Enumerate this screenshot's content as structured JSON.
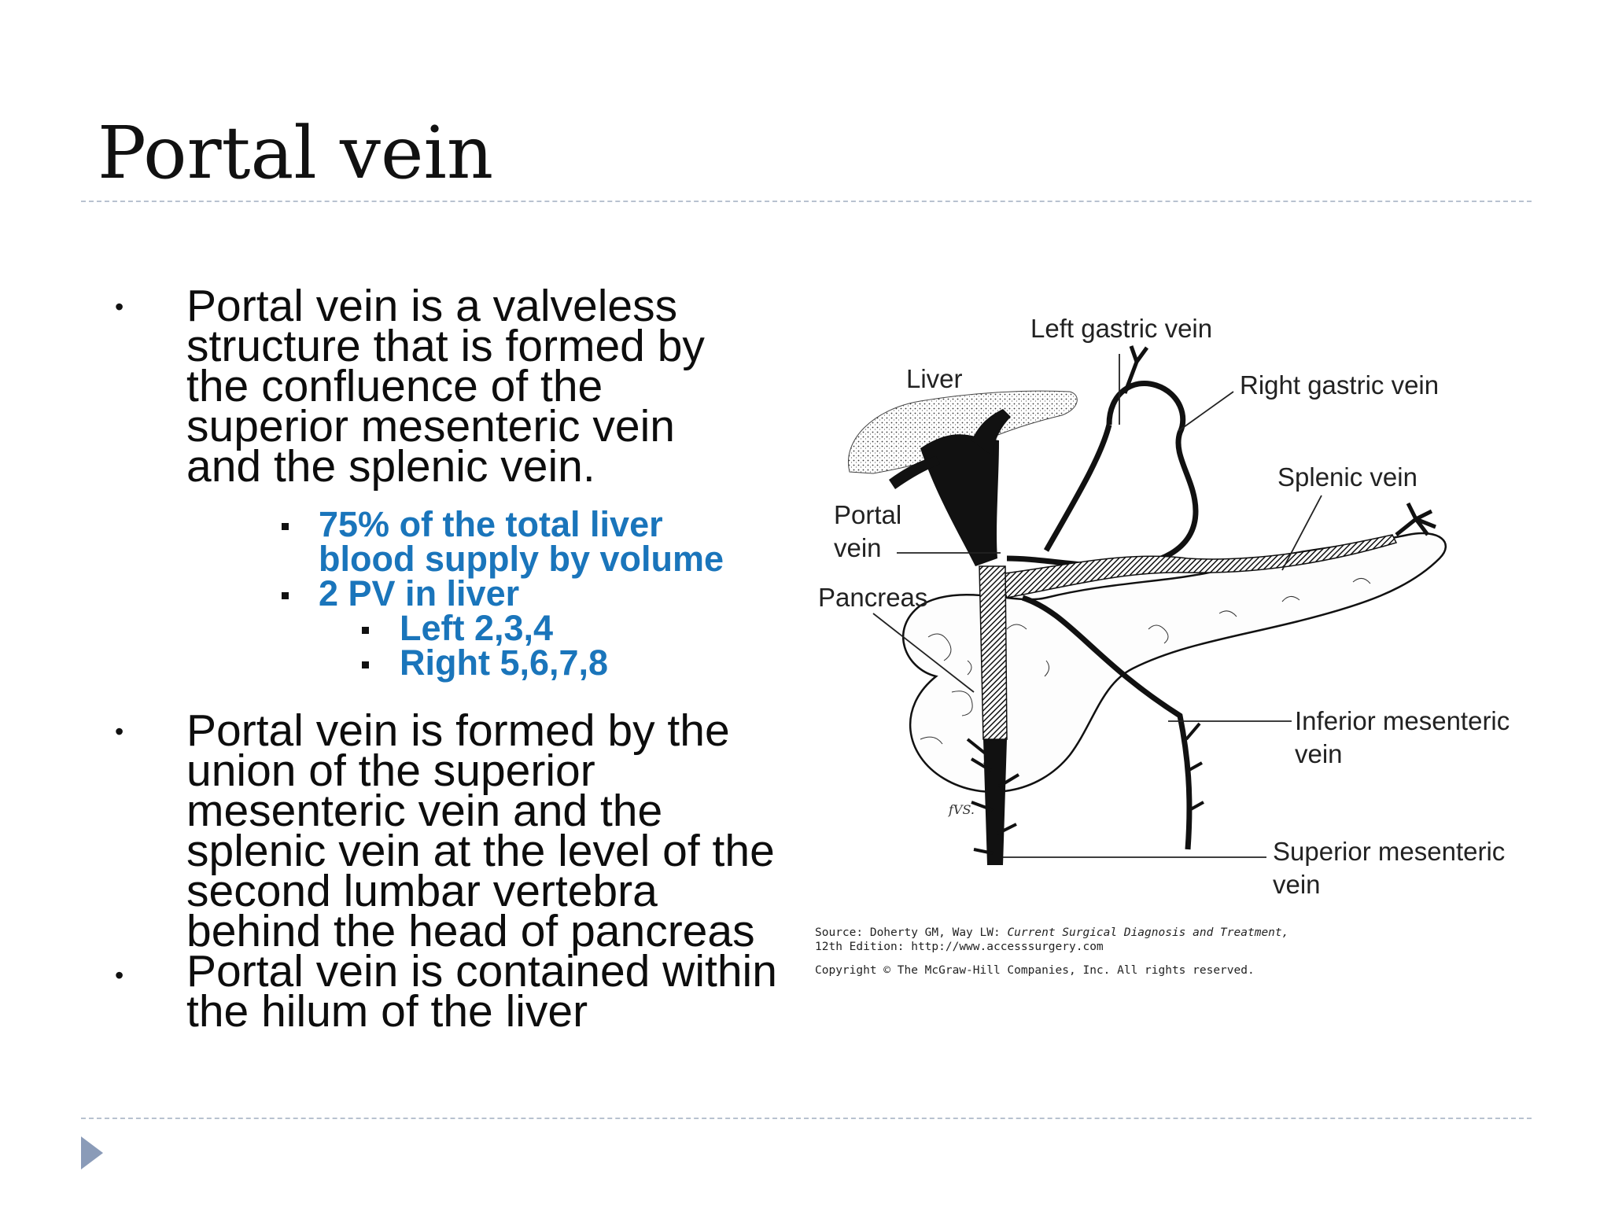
{
  "slide": {
    "title": "Portal vein"
  },
  "bullets": [
    {
      "marker": "•",
      "lines": [
        "Portal vein is a valveless",
        "structure that is formed by",
        "the confluence of the",
        "superior mesenteric vein",
        "and the splenic vein."
      ]
    },
    {
      "marker": "•",
      "lines": [
        "Portal vein is formed by the",
        "union of the superior",
        "mesenteric vein and the",
        "splenic vein at the level of the",
        "second lumbar vertebra",
        "behind the head of pancreas"
      ]
    },
    {
      "marker": "•",
      "lines": [
        "Portal vein is contained within",
        "the hilum of the liver"
      ]
    }
  ],
  "sub_bullets": {
    "first_line1": "75% of the total liver",
    "first_line2": "blood supply by volume",
    "second": "2 PV in liver",
    "left": "Left 2,3,4",
    "right": "Right 5,6,7,8"
  },
  "diagram": {
    "labels": {
      "left_gastric_vein": "Left gastric vein",
      "liver": "Liver",
      "right_gastric_vein": "Right gastric vein",
      "splenic_vein": "Splenic vein",
      "portal_vein_1": "Portal",
      "portal_vein_2": "vein",
      "pancreas": "Pancreas",
      "inferior_mesenteric_1": "Inferior mesenteric",
      "inferior_mesenteric_2": "vein",
      "superior_mesenteric_1": "Superior mesenteric",
      "superior_mesenteric_2": "vein",
      "signature": "fVS."
    },
    "caption": {
      "line1_prefix": "Source: Doherty GM, Way LW: ",
      "line1_italic": "Current Surgical Diagnosis and Treatment,",
      "line2": "12th Edition: http://www.accesssurgery.com",
      "line3": "Copyright © The McGraw-Hill Companies, Inc. All rights reserved."
    }
  }
}
